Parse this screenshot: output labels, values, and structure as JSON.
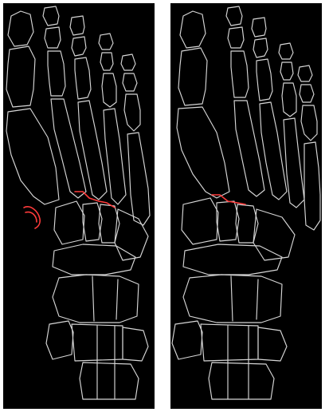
{
  "colors": {
    "page_background": "#ffffff",
    "panel_background": "#000000",
    "bone_outline": "#d6d6d6",
    "highlight": "#ff3b3b"
  },
  "panels": [
    {
      "name": "left-foot-view",
      "highlights": [
        "medial-marker",
        "tarsometatarsal-joint-line"
      ]
    },
    {
      "name": "right-foot-view",
      "highlights": [
        "tarsometatarsal-joint-line"
      ]
    }
  ]
}
